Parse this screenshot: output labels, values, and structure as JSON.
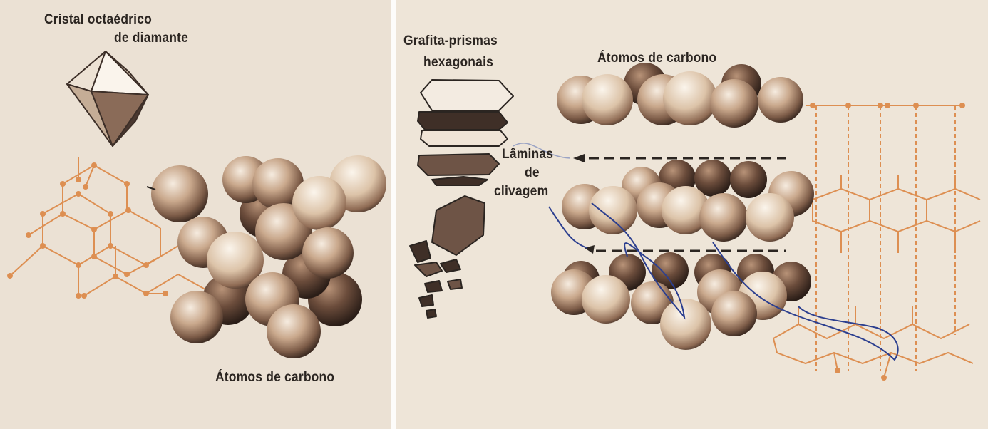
{
  "labels": {
    "diamond_crystal_line1": "Cristal octaédrico",
    "diamond_crystal_line2": "de diamante",
    "diamond_atoms": "Átomos de carbono",
    "graphite_prisms_line1": "Grafita-prismas",
    "graphite_prisms_line2": "hexagonais",
    "graphite_atoms": "Átomos de carbono",
    "cleavage_line1": "Lâminas",
    "cleavage_line2": "de",
    "cleavage_line3": "clivagem"
  },
  "colors": {
    "background": "#efe6da",
    "lattice": "#dd8f52",
    "sphere_light": "#f3e7d8",
    "sphere_mid": "#a57e63",
    "sphere_dark": "#3d2b22",
    "crystal_face": "#e9ddcf",
    "graphite_dark": "#4a3b33",
    "annotation_line": "#2c3f8f",
    "dashed_line": "#2b2521"
  }
}
